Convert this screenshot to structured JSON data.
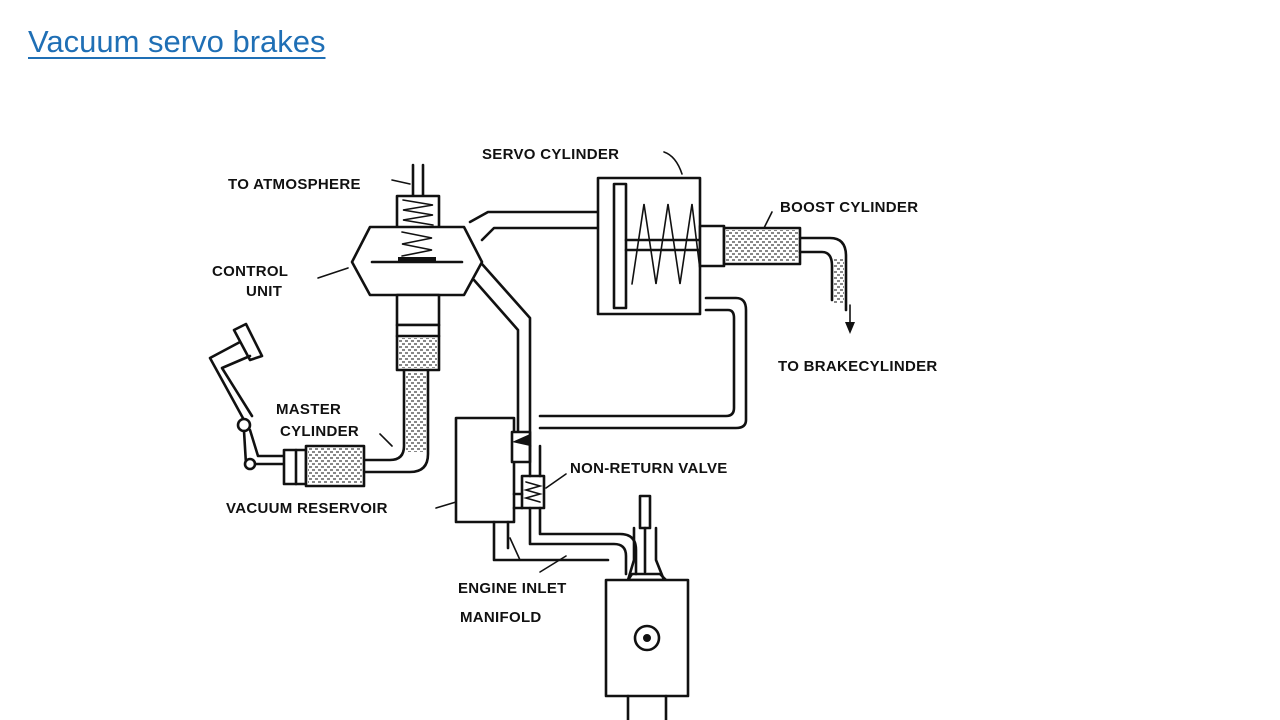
{
  "slide": {
    "title": "Vacuum servo brakes"
  },
  "diagram": {
    "labels": {
      "to_atmosphere": "TO ATMOSPHERE",
      "servo_cylinder": "SERVO CYLINDER",
      "boost_cylinder": "BOOST CYLINDER",
      "control_unit_1": "CONTROL",
      "control_unit_2": "UNIT",
      "to_brake_cylinder": "TO BRAKECYLINDER",
      "master_cylinder_1": "MASTER",
      "master_cylinder_2": "CYLINDER",
      "non_return_valve": "NON-RETURN VALVE",
      "vacuum_reservoir": "VACUUM RESERVOIR",
      "engine_inlet_1": "ENGINE INLET",
      "engine_inlet_2": "MANIFOLD"
    }
  }
}
